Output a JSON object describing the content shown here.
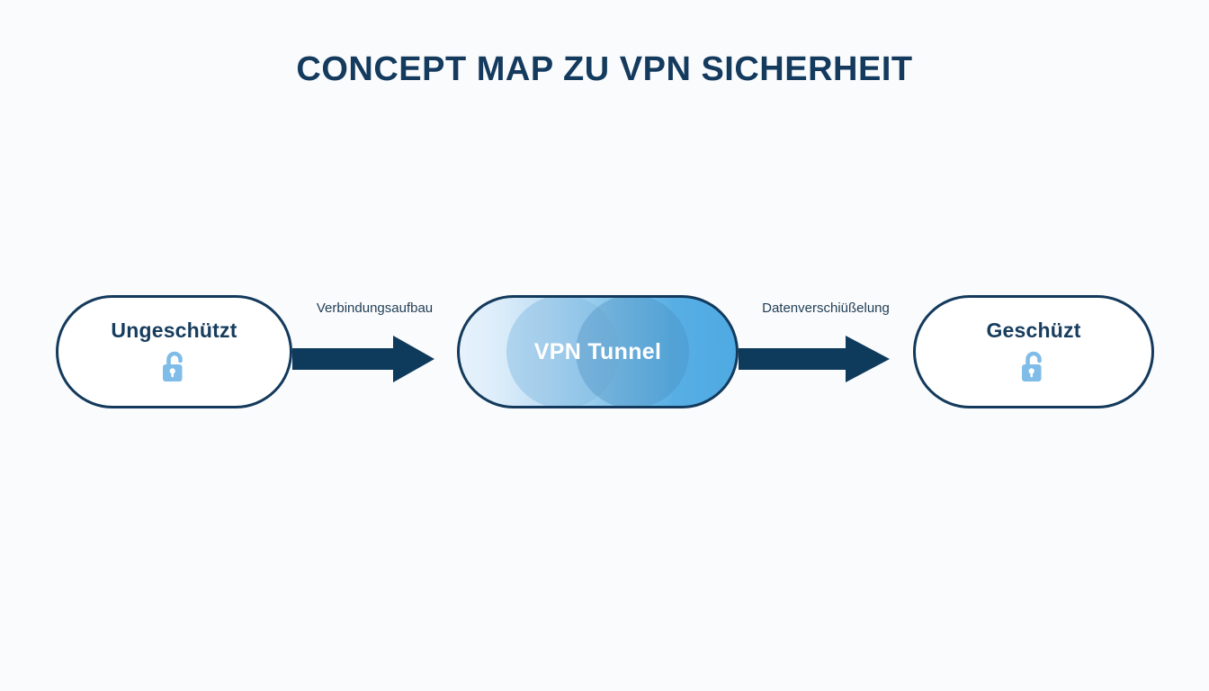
{
  "page": {
    "title": "CONCEPT MAP ZU VPN SICHERHEIT",
    "background_color": "#FAFBFC",
    "title_color": "#143A5E"
  },
  "diagram": {
    "type": "flow",
    "accent_navy": "#133A5C",
    "accent_lock_blue": "#7FBCE8",
    "arrow_color": "#0E3A5C",
    "nodes": [
      {
        "id": "unprotected",
        "label": "Ungeschützt",
        "icon": "open-padlock-icon",
        "style": "outline",
        "fill": "#FFFFFF"
      },
      {
        "id": "tunnel",
        "label": "VPN Tunnel",
        "icon": "none",
        "style": "gradient",
        "fill_from": "#E6F2FB",
        "fill_to": "#4FAAE3",
        "label_color": "#FFFFFF"
      },
      {
        "id": "protected",
        "label": "Geschüzt",
        "icon": "open-padlock-icon",
        "style": "outline",
        "fill": "#FFFFFF"
      }
    ],
    "connectors": [
      {
        "id": "connector-1",
        "label": "Verbindungsaufbau",
        "from": "unprotected",
        "to": "tunnel",
        "arrow": "right"
      },
      {
        "id": "connector-2",
        "label": "Datenverschiüßelung",
        "from": "tunnel",
        "to": "protected",
        "arrow": "right"
      }
    ]
  }
}
